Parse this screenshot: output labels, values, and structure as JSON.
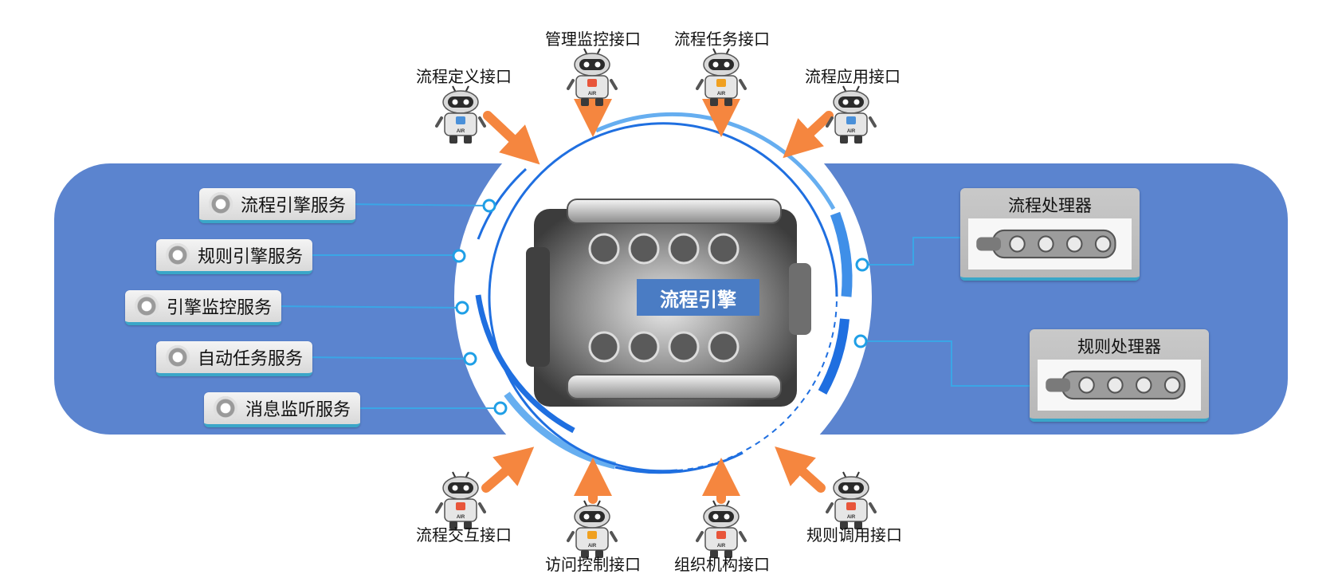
{
  "center": {
    "title": "流程引擎"
  },
  "services": [
    {
      "label": "流程引擎服务"
    },
    {
      "label": "规则引擎服务"
    },
    {
      "label": "引擎监控服务"
    },
    {
      "label": "自动任务服务"
    },
    {
      "label": "消息监听服务"
    }
  ],
  "processors": [
    {
      "label": "流程处理器"
    },
    {
      "label": "规则处理器"
    }
  ],
  "interfaces_top": [
    {
      "label": "流程定义接口",
      "badge_color": "#4a90d9"
    },
    {
      "label": "管理监控接口",
      "badge_color": "#e8553a"
    },
    {
      "label": "流程任务接口",
      "badge_color": "#f0a020"
    },
    {
      "label": "流程应用接口",
      "badge_color": "#4a90d9"
    }
  ],
  "interfaces_bottom": [
    {
      "label": "流程交互接口",
      "badge_color": "#e8553a"
    },
    {
      "label": "访问控制接口",
      "badge_color": "#f0a020"
    },
    {
      "label": "组织机构接口",
      "badge_color": "#e8553a"
    },
    {
      "label": "规则调用接口",
      "badge_color": "#e8553a"
    }
  ],
  "robot_text": "AIR",
  "colors": {
    "band": "#5b84cf",
    "ring": "#1f6fe0",
    "arrow": "#f5863f",
    "connector": "#3aa6e6"
  }
}
